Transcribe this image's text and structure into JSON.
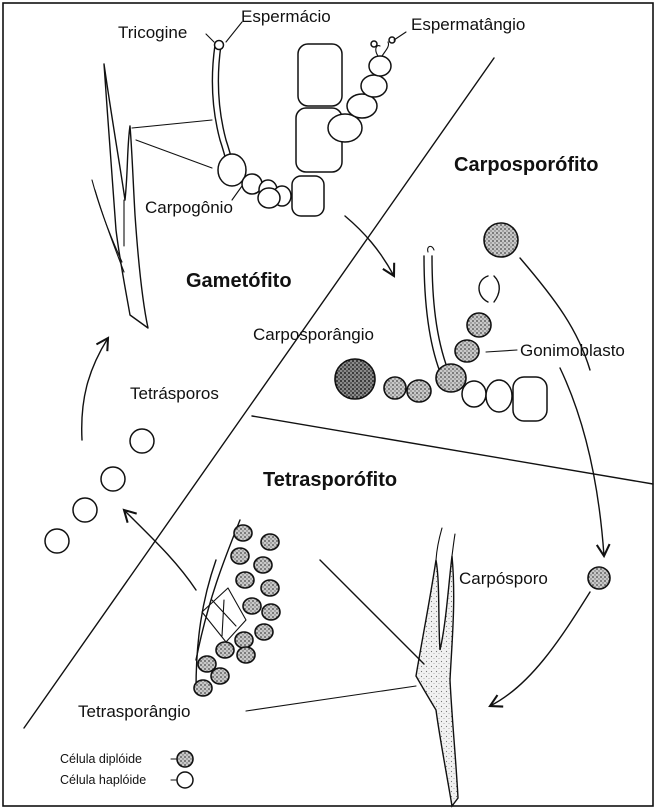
{
  "labels": {
    "tricogine": "Tricogine",
    "espermacio": "Espermácio",
    "espermatangio": "Espermatângio",
    "carpogonio": "Carpogônio",
    "carposporofito": "Carposporófito",
    "gametofito": "Gametófito",
    "carposporangio": "Carposporângio",
    "gonimoblasto": "Gonimoblasto",
    "tetrasporos": "Tetrásporos",
    "tetrasporofito": "Tetrasporófito",
    "carposporo": "Carpósporo",
    "tetrasporangio": "Tetrasporângio"
  },
  "legend": {
    "diploid": "Célula diplóide",
    "haploid": "Célula haplóide"
  },
  "colors": {
    "ink": "#111111",
    "background": "#ffffff"
  }
}
